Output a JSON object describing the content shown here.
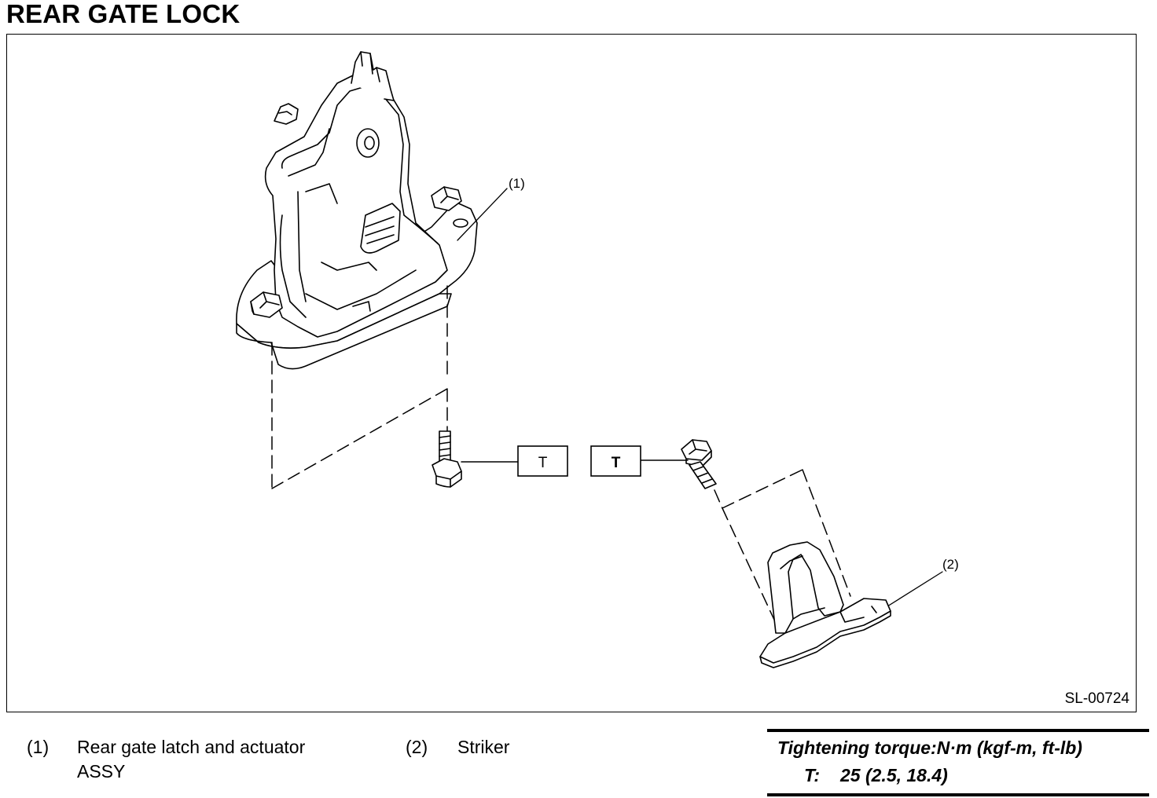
{
  "title": "REAR GATE LOCK",
  "figure": {
    "id": "SL-00724",
    "callouts": [
      "(1)",
      "(2)"
    ],
    "torque_tags": [
      "T",
      "T"
    ]
  },
  "legend": [
    {
      "num": "(1)",
      "line1": "Rear gate latch and actuator",
      "line2": "ASSY"
    },
    {
      "num": "(2)",
      "line1": "Striker"
    }
  ],
  "torque": {
    "heading": "Tightening torque:N·m (kgf-m, ft-lb)",
    "label": "T:",
    "value": "25 (2.5, 18.4)"
  }
}
